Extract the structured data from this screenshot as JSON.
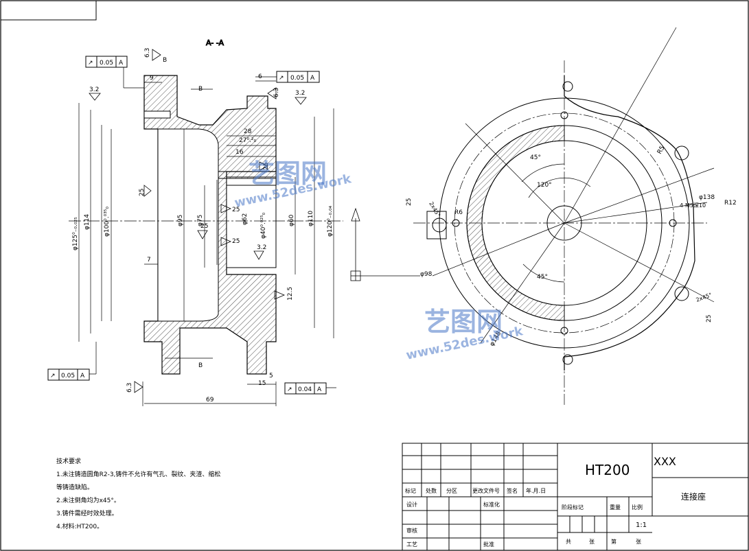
{
  "section_label": "A- -A",
  "material_code": "HT200",
  "drawing_code": "XXX",
  "part_name": "连接座",
  "scale": "1:1",
  "watermark": {
    "brand": "艺图网",
    "url": "www.52des.work"
  },
  "tech_notes": {
    "title": "技术要求",
    "items": [
      "1.未注铸造圆角R2-3,铸件不允许有气孔、裂纹、夹渣、缩松",
      "等铸造缺陷。",
      "2.未注倒角均为x45°。",
      "3.铸件需经时效处理。",
      "4.材料:HT200。"
    ]
  },
  "title_block": {
    "labels": {
      "mark": "标记",
      "count": "处数",
      "zone": "分区",
      "change_doc": "更改文件号",
      "sign": "签名",
      "date": "年.月.日",
      "design": "设计",
      "standardize": "标准化",
      "stage_mark": "阶段标记",
      "weight": "重量",
      "scale_label": "比例",
      "review": "审核",
      "process": "工艺",
      "approve": "批准",
      "total": "共",
      "sheets": "张",
      "page": "第",
      "page_sheets": "张"
    }
  },
  "tolerance_frames": [
    {
      "symbol": "↗",
      "value": "0.05",
      "datum": "A"
    },
    {
      "symbol": "↗",
      "value": "0.05",
      "datum": "A"
    },
    {
      "symbol": "↗",
      "value": "0.05",
      "datum": "A"
    },
    {
      "symbol": "↗",
      "value": "0.04",
      "datum": "A"
    }
  ],
  "dims": {
    "d125": "φ125⁰₋₀.₀₂₅",
    "d114": "φ114",
    "d100": "φ100⁰.⁰³⁵₀",
    "d95": "φ95",
    "d75": "φ75",
    "d62": "φ62",
    "d40": "φ40⁰.⁰²⁵₀",
    "d60": "φ60",
    "d110": "φ110",
    "d120": "φ120⁰₋₀.₀₄",
    "len69": "69",
    "len9": "9",
    "len6": "6",
    "len28": "28",
    "len27": "27⁰.²₀",
    "len16": "16",
    "len7": "7",
    "len15": "15",
    "len5": "5",
    "r5": "5",
    "rough63": "6.3",
    "rough32": "3.2",
    "rough25": "25",
    "rough125": "12.5",
    "b": "B",
    "ang45": "45°",
    "ang120": "120°",
    "r6": "R6",
    "r5b": "R5",
    "r12": "R12",
    "holes": "4-M5深10",
    "d138": "φ138",
    "d148": "φ148",
    "d98": "φ98",
    "chamfer": "2x45°"
  }
}
